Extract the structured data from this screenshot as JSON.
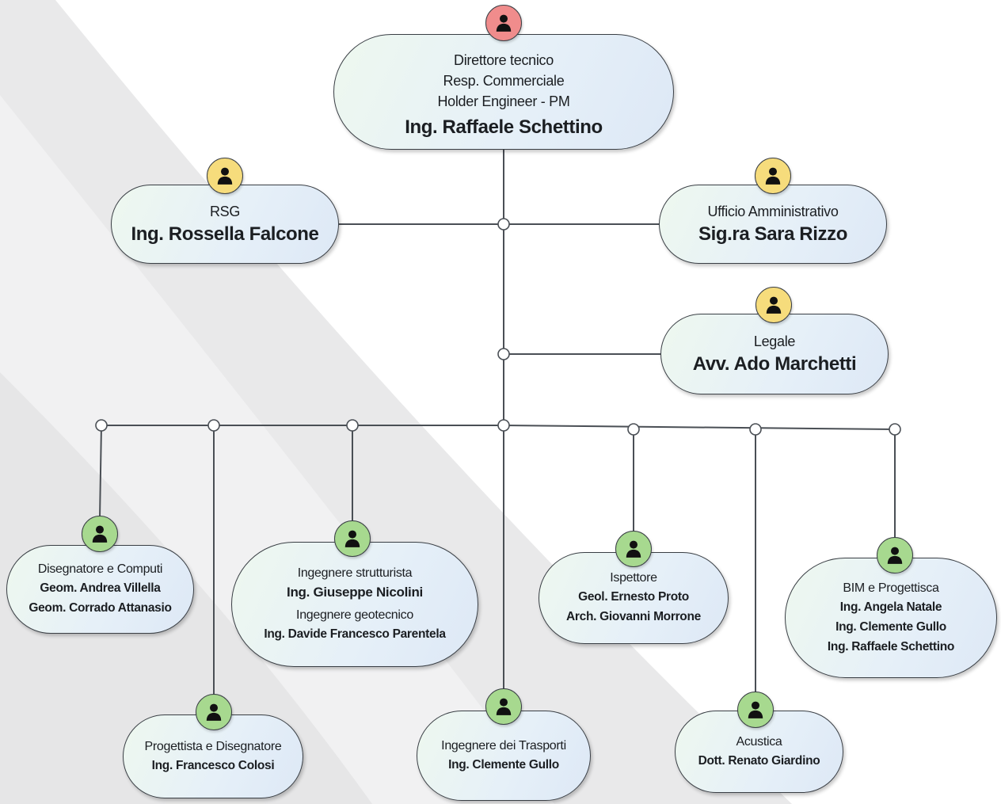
{
  "nodes": {
    "director": {
      "roles": [
        "Direttore tecnico",
        "Resp. Commerciale",
        "Holder Engineer - PM"
      ],
      "name": "Ing. Raffaele Schettino",
      "icon_color": "#f08c8c"
    },
    "rsg": {
      "role": "RSG",
      "name": "Ing. Rossella Falcone",
      "icon_color": "#f6dc7c"
    },
    "admin": {
      "role": "Ufficio Amministrativo",
      "name": "Sig.ra Sara Rizzo",
      "icon_color": "#f6dc7c"
    },
    "legal": {
      "role": "Legale",
      "name": "Avv. Ado Marchetti",
      "icon_color": "#f6dc7c"
    },
    "drafting": {
      "role": "Disegnatore e Computi",
      "names": [
        "Geom. Andrea Villella",
        "Geom. Corrado Attanasio"
      ],
      "icon_color": "#a7d98f"
    },
    "designer": {
      "role": "Progettista e Disegnatore",
      "names": [
        "Ing. Francesco Colosi"
      ],
      "icon_color": "#a7d98f"
    },
    "structural": {
      "role": "Ingegnere strutturista",
      "name": "Ing. Giuseppe Nicolini",
      "role2": "Ingegnere geotecnico",
      "name2": "Ing. Davide Francesco Parentela",
      "icon_color": "#a7d98f"
    },
    "transport": {
      "role": "Ingegnere dei Trasporti",
      "names": [
        "Ing. Clemente Gullo"
      ],
      "icon_color": "#a7d98f"
    },
    "inspector": {
      "role": "Ispettore",
      "names": [
        "Geol. Ernesto Proto",
        "Arch. Giovanni Morrone"
      ],
      "icon_color": "#a7d98f"
    },
    "acoustic": {
      "role": "Acustica",
      "names": [
        "Dott. Renato Giardino"
      ],
      "icon_color": "#a7d98f"
    },
    "bim": {
      "role": "BIM e Progettisca",
      "names": [
        "Ing. Angela Natale",
        "Ing. Clemente Gullo",
        "Ing. Raffaele Schettino"
      ],
      "icon_color": "#a7d98f"
    }
  },
  "icon_name": "person-icon",
  "colors": {
    "line": "#4a4f55",
    "border": "#3a3f45"
  }
}
